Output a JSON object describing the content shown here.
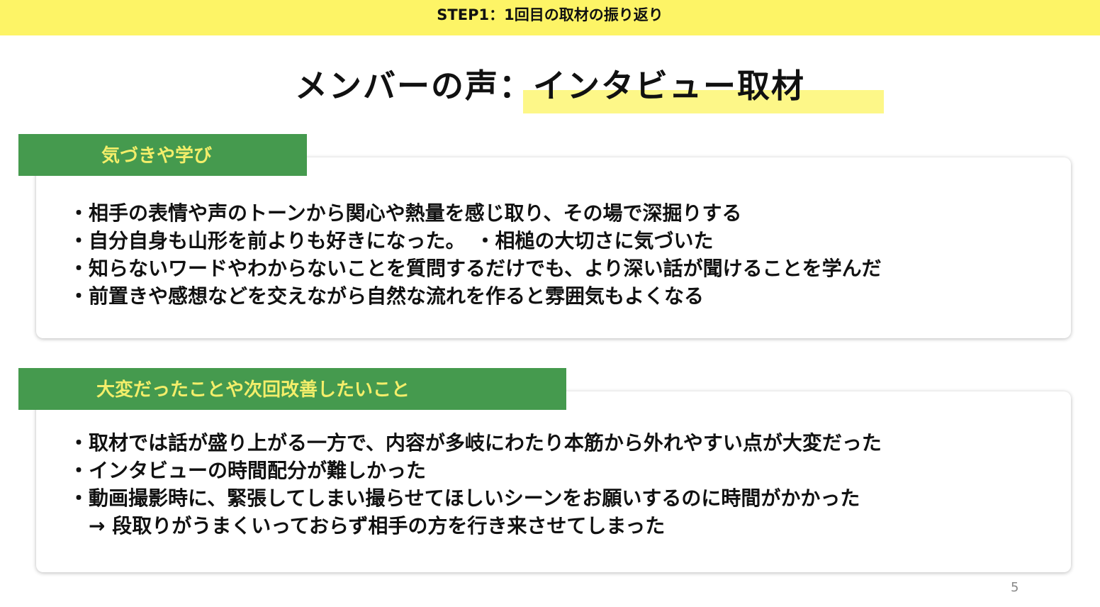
{
  "header": {
    "step": "STEP1：1回目の取材の振り返り"
  },
  "title": {
    "prefix": "メンバーの声：",
    "highlight": "インタビュー取材"
  },
  "sections": [
    {
      "label": "気づきや学び",
      "lines": [
        "・相手の表情や声のトーンから関心や熱量を感じ取り、その場で深掘りする",
        "・自分自身も山形を前よりも好きになった。　・相槌の大切さに気づいた",
        "・知らないワードやわからないことを質問するだけでも、より深い話が聞けることを学んだ",
        "・前置きや感想などを交えながら自然な流れを作ると雰囲気もよくなる"
      ]
    },
    {
      "label": "大変だったことや次回改善したいこと",
      "lines": [
        "・取材では話が盛り上がる一方で、内容が多岐にわたり本筋から外れやすい点が大変だった",
        "・インタビューの時間配分が難しかった",
        "・動画撮影時に、緊張してしまい撮らせてほしいシーンをお願いするのに時間がかかった",
        "　→ 段取りがうまくいっておらず相手の方を行き来させてしまった"
      ]
    }
  ],
  "page_number": "5",
  "colors": {
    "yellow": "#FDF466",
    "green": "#459A4E",
    "label_text": "#F3EE6A"
  }
}
